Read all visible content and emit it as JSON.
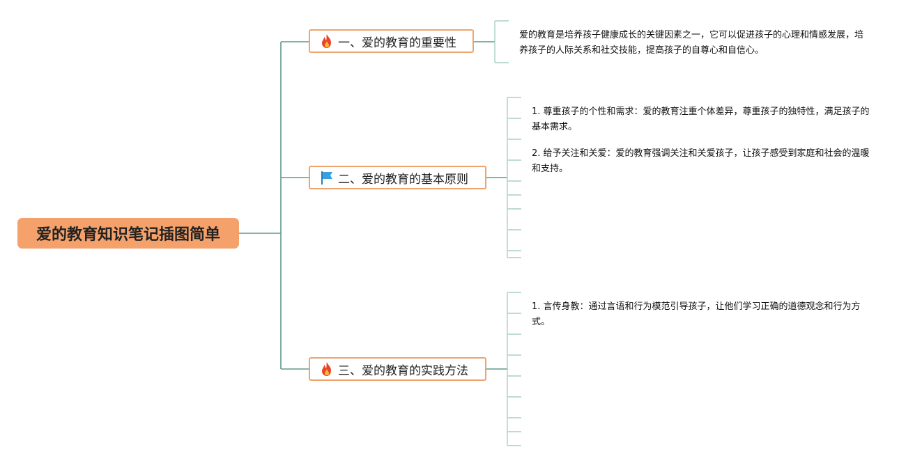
{
  "root": {
    "title": "爱的教育知识笔记插图简单"
  },
  "branches": [
    {
      "label": "一、爱的教育的重要性",
      "icon": "fire-icon",
      "notes": [
        "爱的教育是培养孩子健康成长的关键因素之一，它可以促进孩子的心理和情感发展，培养孩子的人际关系和社交技能，提高孩子的自尊心和自信心。"
      ]
    },
    {
      "label": "二、爱的教育的基本原则",
      "icon": "flag-icon",
      "notes": [
        "1. 尊重孩子的个性和需求：爱的教育注重个体差异，尊重孩子的独特性，满足孩子的基本需求。",
        "2. 给予关注和关爱：爱的教育强调关注和关爱孩子，让孩子感受到家庭和社会的温暖和支持。"
      ]
    },
    {
      "label": "三、爱的教育的实践方法",
      "icon": "fire-icon",
      "notes": [
        "1. 言传身教：通过言语和行为模范引导孩子，让他们学习正确的道德观念和行为方式。"
      ]
    }
  ],
  "colors": {
    "root_fill": "#f4a16b",
    "branch_border": "#eea46e",
    "connector": "#5e9a8c",
    "bracket": "#a9cfc6"
  }
}
